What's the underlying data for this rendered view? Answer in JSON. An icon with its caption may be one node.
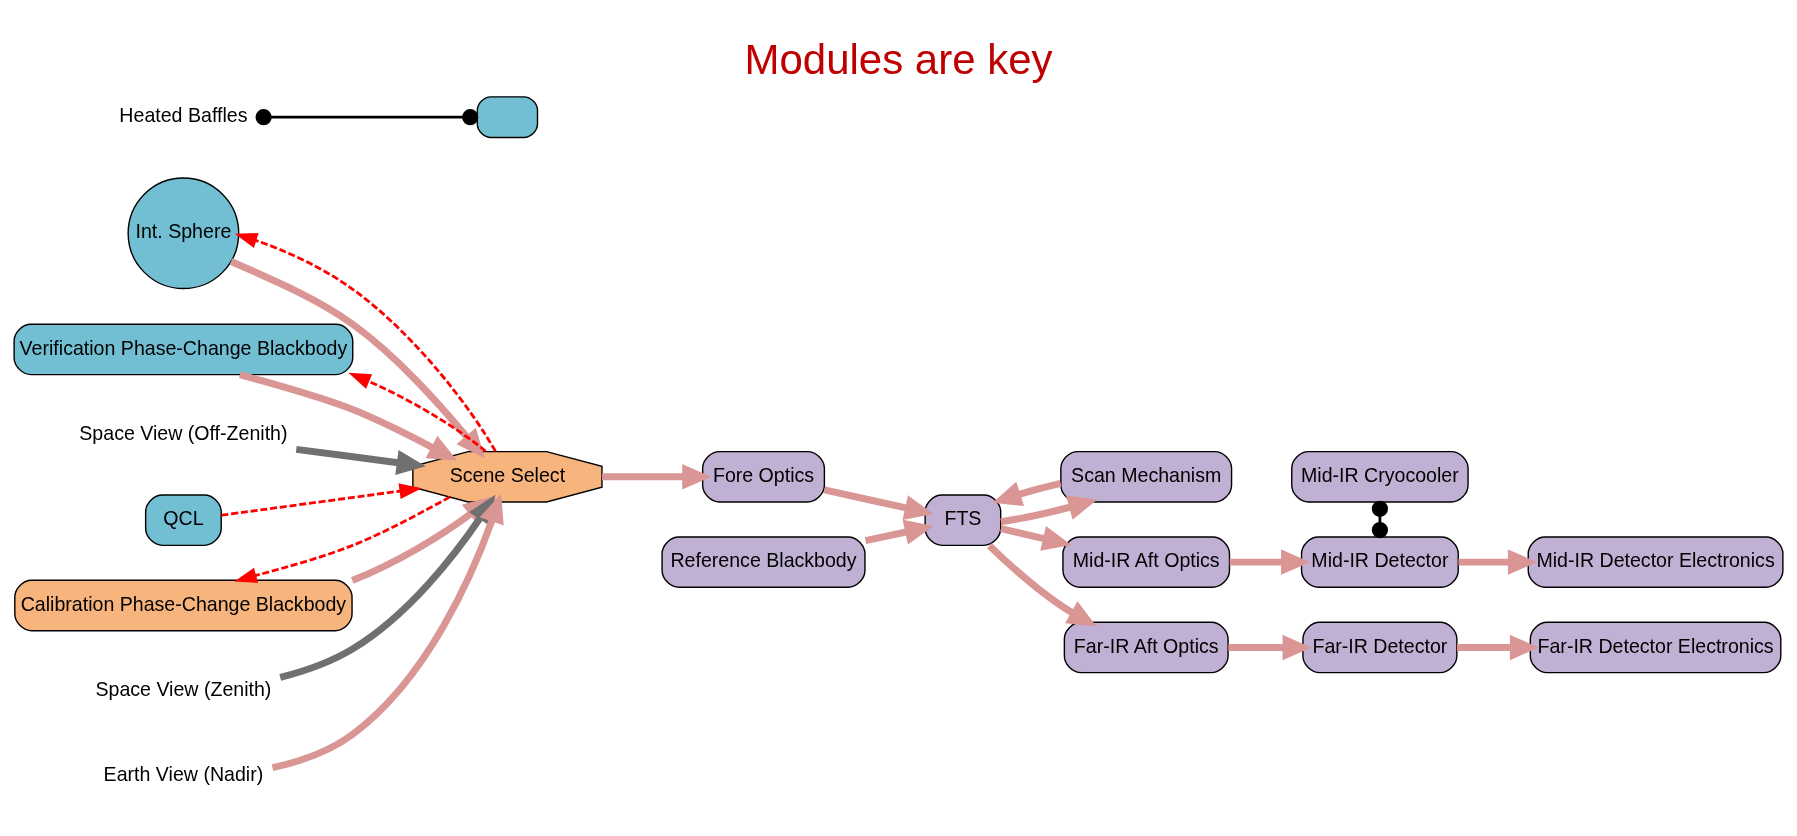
{
  "diagram": {
    "title": "Modules are key",
    "nodes": [
      {
        "text": [
          "Int. Sphere"
        ]
      },
      {
        "text": [
          "Verification Phase-Change Blackbody"
        ]
      },
      {
        "text": [
          "Heated Baffles"
        ]
      },
      {
        "text": [],
        "shape": "box"
      },
      {
        "text": [
          "Space View (Off-Zenith)"
        ]
      },
      {
        "text": [
          "QCL"
        ]
      },
      {
        "text": [
          "Scene Select"
        ]
      },
      {
        "text": [
          "Calibration Phase-Change Blackbody"
        ]
      },
      {
        "text": [
          "Space View (Zenith)"
        ]
      },
      {
        "text": [
          "Earth View (Nadir)"
        ]
      },
      {
        "text": [
          "Reference Blackbody"
        ]
      },
      {
        "text": [
          "Fore Optics"
        ]
      },
      {
        "text": [
          "FTS"
        ]
      },
      {
        "text": [
          "Scan Mechanism"
        ]
      },
      {
        "text": [
          "Mid-IR Cryocooler"
        ]
      },
      {
        "text": [
          "Mid-IR Aft Optics"
        ]
      },
      {
        "text": [
          "Mid-IR Detector"
        ]
      },
      {
        "text": [
          "Mid-IR Detector Electronics"
        ]
      },
      {
        "text": [
          "Far-IR Aft Optics"
        ]
      },
      {
        "text": [
          "Far-IR Detector"
        ]
      },
      {
        "text": [
          "Far-IR Detector Electronics"
        ]
      }
    ],
    "edges": [
      {
        "from": 0,
        "to": 6,
        "arrow": "to"
      },
      {
        "from": 6,
        "to": 0,
        "arrow": "to",
        "style": "dashed",
        "color": "#ff0000"
      },
      {
        "from": 1,
        "to": 6,
        "arrow": "to"
      },
      {
        "from": 6,
        "to": 1,
        "arrow": "to",
        "style": "dashed",
        "color": "#ff0000"
      },
      {
        "from": 2,
        "to": 3,
        "arrow": "other",
        "color": "#000000"
      },
      {
        "from": 4,
        "to": 6,
        "arrow": "to",
        "color": "#707070"
      },
      {
        "from": 5,
        "to": 6,
        "arrow": "to",
        "style": "dashed",
        "color": "#ff0000"
      },
      {
        "from": 7,
        "to": 6,
        "arrow": "to"
      },
      {
        "from": 6,
        "to": 7,
        "arrow": "to",
        "style": "dashed",
        "color": "#ff0000"
      },
      {
        "from": 8,
        "to": 6,
        "arrow": "to",
        "color": "#707070"
      },
      {
        "from": 9,
        "to": 6,
        "arrow": "to"
      },
      {
        "from": 6,
        "to": 11,
        "arrow": "to"
      },
      {
        "from": 10,
        "to": 12,
        "arrow": "to"
      },
      {
        "from": 11,
        "to": 12,
        "arrow": "to"
      },
      {
        "from": 13,
        "to": 12,
        "arrow": "to"
      },
      {
        "from": 12,
        "to": 13,
        "arrow": "to"
      },
      {
        "from": 12,
        "to": 15,
        "arrow": "to"
      },
      {
        "from": 12,
        "to": 18,
        "arrow": "to"
      },
      {
        "from": 14,
        "to": 16,
        "arrow": "other",
        "color": "#000000"
      },
      {
        "from": 15,
        "to": 16,
        "arrow": "to"
      },
      {
        "from": 16,
        "to": 17,
        "arrow": "to"
      },
      {
        "from": 18,
        "to": 19,
        "arrow": "to"
      },
      {
        "from": 19,
        "to": 20,
        "arrow": "to"
      }
    ]
  }
}
